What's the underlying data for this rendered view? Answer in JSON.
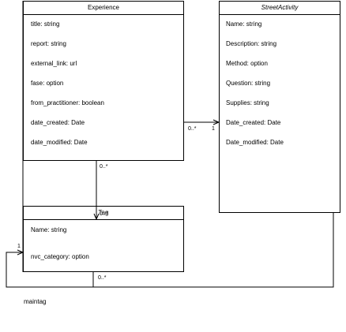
{
  "experience": {
    "title": "Experience",
    "attributes": [
      "title: string",
      "report: string",
      "external_link: url",
      "fase: option",
      "from_practitioner: boolean",
      "date_created: Date",
      "date_modified: Date"
    ]
  },
  "street_activity": {
    "title": "StreetActivity",
    "attributes": [
      "Name: string",
      "Description: string",
      "Method: option",
      "Question: string",
      "Supplies: string",
      "Date_created: Date",
      "Date_modified: Date"
    ]
  },
  "tag": {
    "title": "Tag",
    "attributes": [
      "Name: string",
      "nvc_category: option"
    ]
  },
  "multiplicities": {
    "exp_tag_top": "0..*",
    "exp_tag_bottom": "0..*",
    "exp_street_left": "0..*",
    "exp_street_right": "1",
    "tag_self_top": "1",
    "tag_self_bottom": "0..*"
  },
  "self_label": "maintag"
}
